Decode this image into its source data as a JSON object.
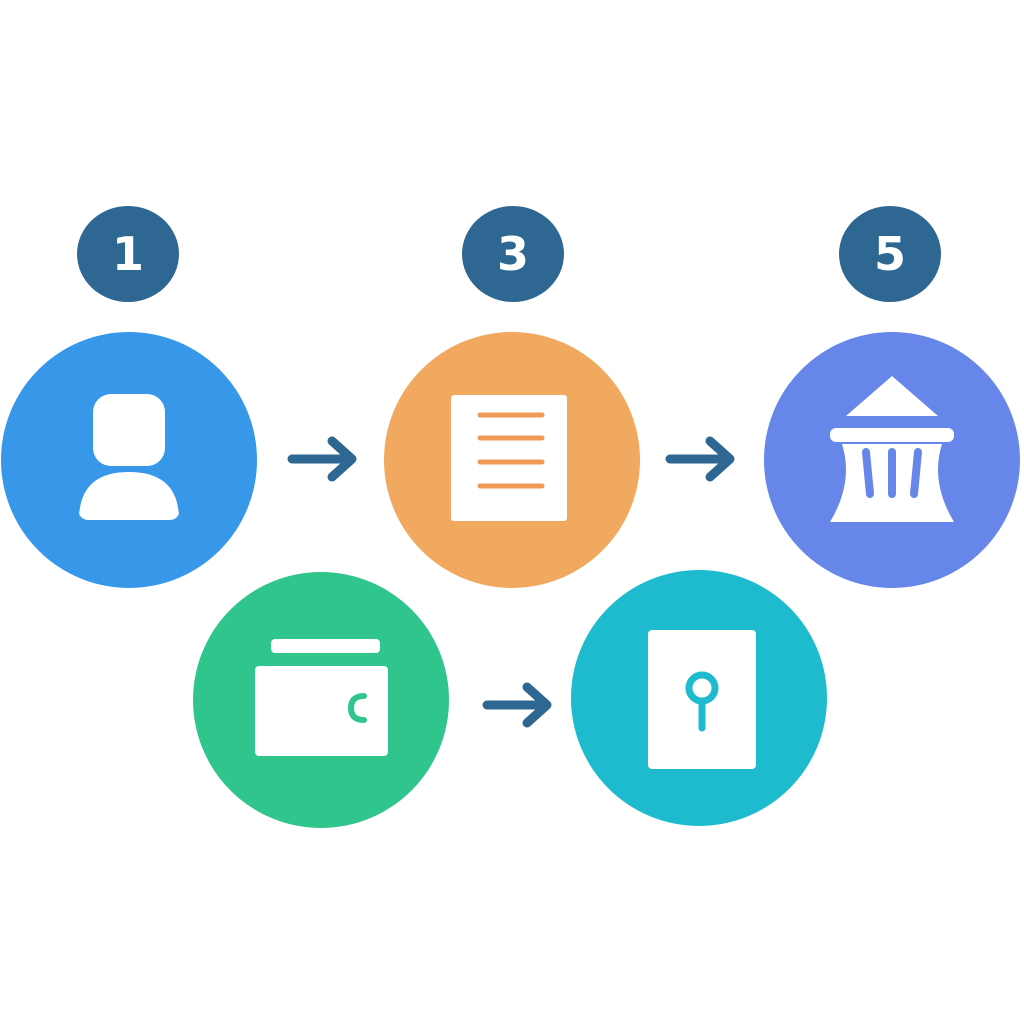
{
  "steps": [
    {
      "number": "1",
      "icon": "user-icon",
      "color": "#3797e9"
    },
    {
      "number": "3",
      "icon": "document-icon",
      "color": "#f0a95f"
    },
    {
      "number": "5",
      "icon": "bank-icon",
      "color": "#6686ea"
    },
    {
      "icon": "wallet-icon",
      "color": "#2fc58c"
    },
    {
      "icon": "keyhole-card-icon",
      "color": "#1dbbcd"
    }
  ],
  "colors": {
    "badge": "#2e6792",
    "arrow": "#2e6792",
    "icon_fill": "#ffffff"
  }
}
